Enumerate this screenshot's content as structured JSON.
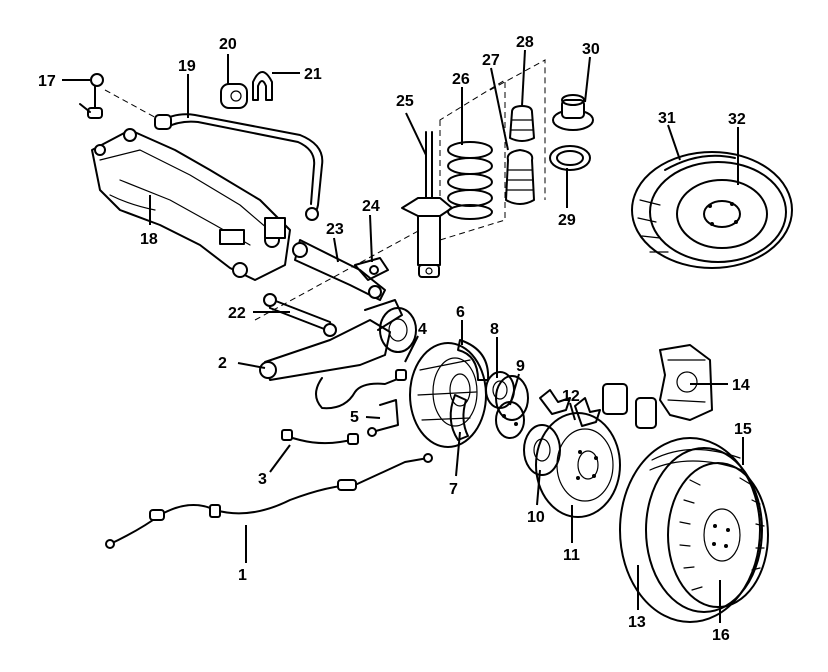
{
  "diagram": {
    "parts": [
      {
        "id": "p1",
        "number": "1"
      },
      {
        "id": "p2",
        "number": "2"
      },
      {
        "id": "p3",
        "number": "3"
      },
      {
        "id": "p4",
        "number": "4"
      },
      {
        "id": "p5",
        "number": "5"
      },
      {
        "id": "p6",
        "number": "6"
      },
      {
        "id": "p7",
        "number": "7"
      },
      {
        "id": "p8",
        "number": "8"
      },
      {
        "id": "p9",
        "number": "9"
      },
      {
        "id": "p10",
        "number": "10"
      },
      {
        "id": "p11",
        "number": "11"
      },
      {
        "id": "p12",
        "number": "12"
      },
      {
        "id": "p13",
        "number": "13"
      },
      {
        "id": "p14",
        "number": "14"
      },
      {
        "id": "p15",
        "number": "15"
      },
      {
        "id": "p16",
        "number": "16"
      },
      {
        "id": "p17",
        "number": "17"
      },
      {
        "id": "p18",
        "number": "18"
      },
      {
        "id": "p19",
        "number": "19"
      },
      {
        "id": "p20",
        "number": "20"
      },
      {
        "id": "p21",
        "number": "21"
      },
      {
        "id": "p22",
        "number": "22"
      },
      {
        "id": "p23",
        "number": "23"
      },
      {
        "id": "p24",
        "number": "24"
      },
      {
        "id": "p25",
        "number": "25"
      },
      {
        "id": "p26",
        "number": "26"
      },
      {
        "id": "p27",
        "number": "27"
      },
      {
        "id": "p28",
        "number": "28"
      },
      {
        "id": "p29",
        "number": "29"
      },
      {
        "id": "p30",
        "number": "30"
      },
      {
        "id": "p31",
        "number": "31"
      },
      {
        "id": "p32",
        "number": "32"
      }
    ]
  }
}
